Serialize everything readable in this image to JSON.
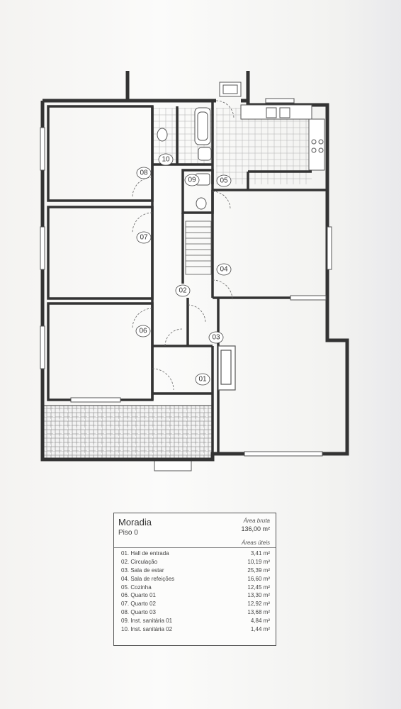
{
  "plan": {
    "room_labels": [
      "01",
      "02",
      "03",
      "04",
      "05",
      "06",
      "07",
      "08",
      "09",
      "10"
    ]
  },
  "legend": {
    "title": "Moradia",
    "floor": "Piso 0",
    "gross_label": "Área bruta",
    "gross_value": "136,00 m²",
    "useful_label": "Áreas úteis",
    "rooms": [
      {
        "name": "01. Hall de entrada",
        "area": "3,41 m²"
      },
      {
        "name": "02. Circulação",
        "area": "10,19 m²"
      },
      {
        "name": "03. Sala de estar",
        "area": "25,39 m²"
      },
      {
        "name": "04. Sala de refeições",
        "area": "16,60 m²"
      },
      {
        "name": "05. Cozinha",
        "area": "12,45 m²"
      },
      {
        "name": "06. Quarto 01",
        "area": "13,30 m²"
      },
      {
        "name": "07. Quarto 02",
        "area": "12,92 m²"
      },
      {
        "name": "08. Quarto 03",
        "area": "13,68 m²"
      },
      {
        "name": "09. Inst. sanitária 01",
        "area": "4,84 m²"
      },
      {
        "name": "10. Inst. sanitária 02",
        "area": "1,44 m²"
      }
    ]
  }
}
